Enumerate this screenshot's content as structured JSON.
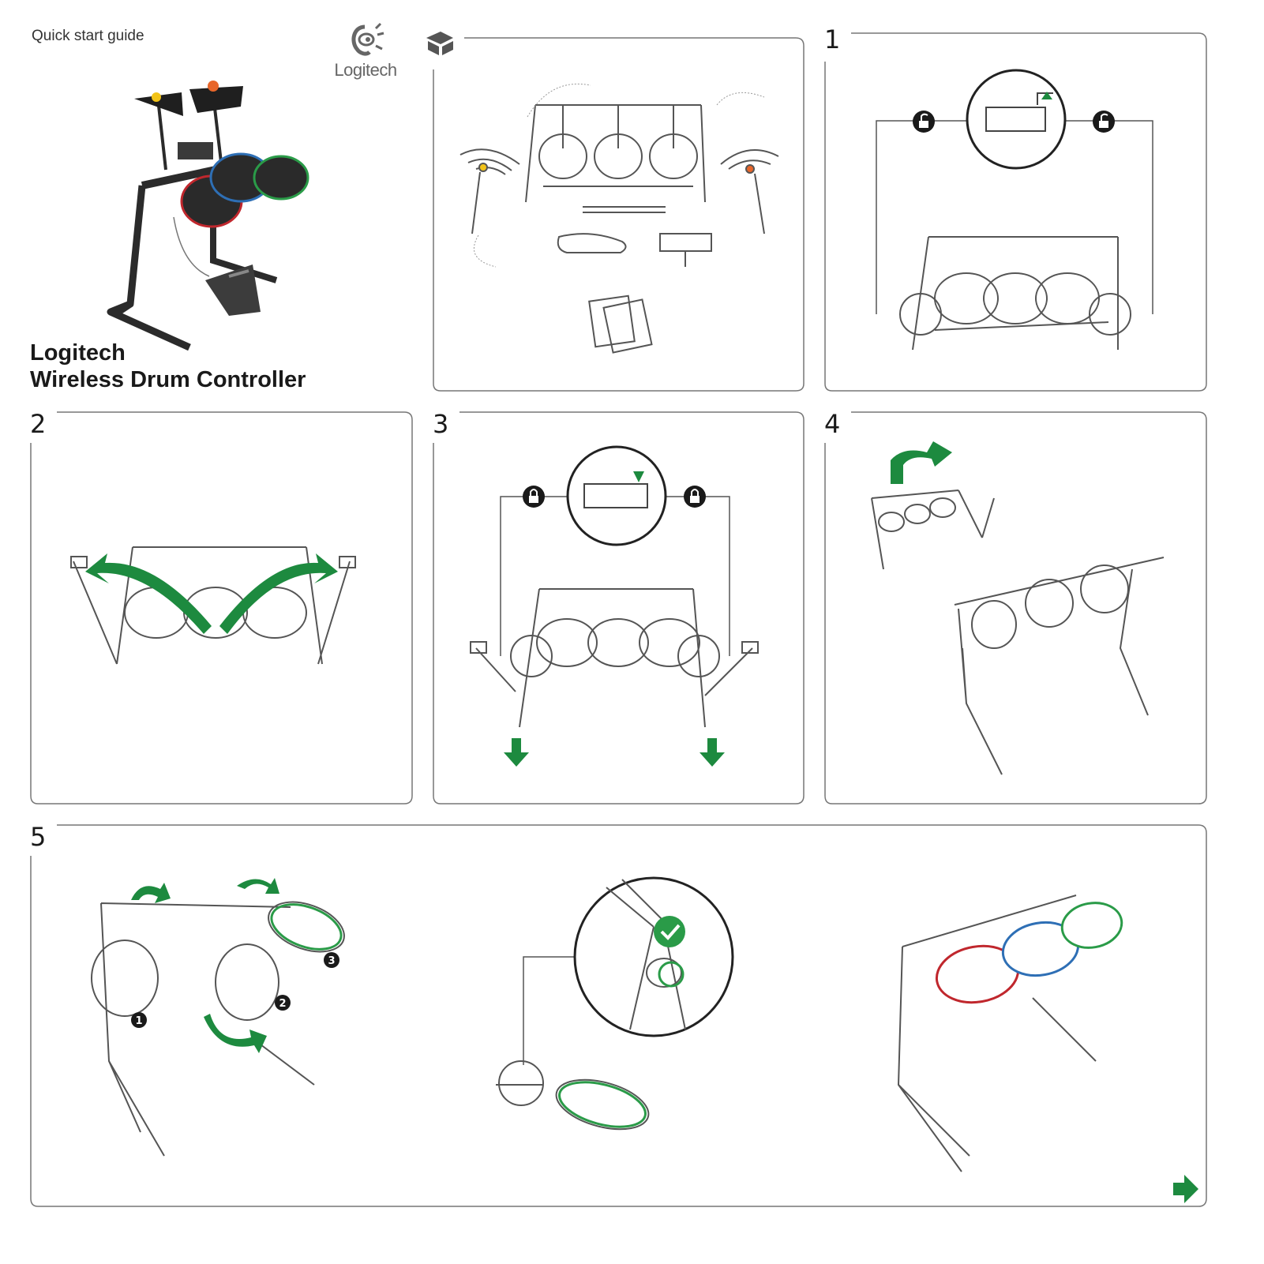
{
  "header": {
    "guide_label": "Quick start guide",
    "logo_text": "Logitech",
    "brand_line1": "Logitech",
    "brand_line2": "Wireless Drum Controller"
  },
  "steps": [
    {
      "id": "box-contents",
      "number": "",
      "icon": "box-icon"
    },
    {
      "id": "step-1",
      "number": "1"
    },
    {
      "id": "step-2",
      "number": "2"
    },
    {
      "id": "step-3",
      "number": "3"
    },
    {
      "id": "step-4",
      "number": "4"
    },
    {
      "id": "step-5",
      "number": "5",
      "callouts": [
        "1",
        "2",
        "3"
      ]
    }
  ],
  "colors": {
    "accent_green": "#1d8a3f",
    "pad_red": "#c0272d",
    "pad_blue": "#2e6fb5",
    "pad_green": "#2a9b48",
    "cymbal_yellow": "#f2c318",
    "cymbal_orange": "#e8662a",
    "frame": "#555555"
  }
}
